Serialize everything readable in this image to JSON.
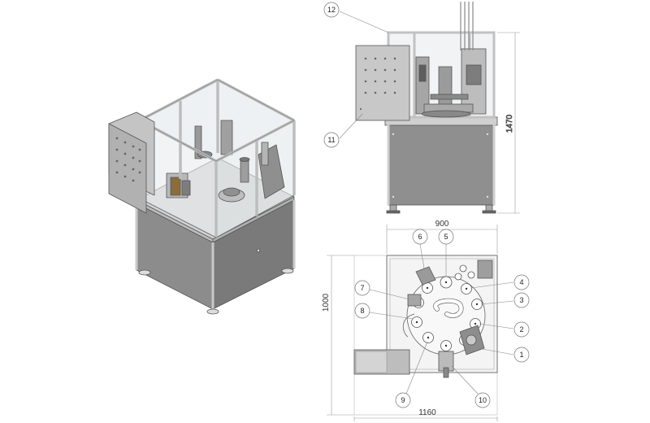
{
  "dimensions": {
    "height_side": "1470",
    "width_top": "900",
    "depth_left": "1000",
    "width_bottom": "1160"
  },
  "callouts": {
    "c1": "1",
    "c2": "2",
    "c3": "3",
    "c4": "4",
    "c5": "5",
    "c6": "6",
    "c7": "7",
    "c8": "8",
    "c9": "9",
    "c10": "10",
    "c11": "11",
    "c12": "12"
  },
  "colors": {
    "frame": "#c9c9c9",
    "panel": "#8e8e8e",
    "line": "#555555",
    "glass": "#e9ecee",
    "dim_line": "#9a9a9a"
  }
}
